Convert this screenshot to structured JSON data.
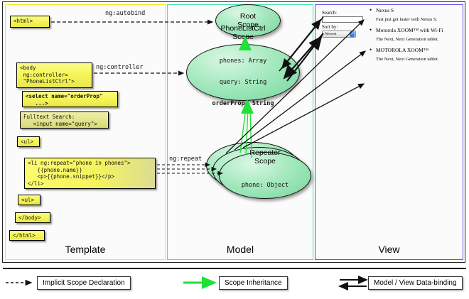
{
  "panels": {
    "template": {
      "label": "Template",
      "border_color": "#f2eb25"
    },
    "model": {
      "label": "Model",
      "border_color": "#3fe6a8"
    },
    "view": {
      "label": "View",
      "border_color": "#6a4fe8"
    }
  },
  "template_boxes": [
    {
      "name": "html-open",
      "text": "<html>"
    },
    {
      "name": "body-open",
      "text": "<body\n ng:controller=\n \"PhoneListCtrl\">"
    },
    {
      "name": "select-orderprop",
      "text": "<select name=\"orderProp\"\n   ...>"
    },
    {
      "name": "fulltext-search",
      "text": "Fulltext Search:\n   <input name=\"query\">"
    },
    {
      "name": "ul-open",
      "text": "<ul>"
    },
    {
      "name": "li-ng-repeat",
      "text": "<li ng:repeat=\"phone in phones\">\n   {{phone.name}}\n   <p>{{phone.snippet}}</p>\n</li>"
    },
    {
      "name": "ul-close",
      "text": "<ul>"
    },
    {
      "name": "body-close",
      "text": "</body>"
    },
    {
      "name": "html-close",
      "text": "</html>"
    }
  ],
  "connectors": {
    "autobind": "ng:autobind",
    "controller": "ng:controller",
    "repeat": "ng:repeat"
  },
  "scopes": {
    "root": {
      "title_line1": "Root",
      "title_line2": "Scope"
    },
    "phonelistctrl": {
      "title_line1": "PhoneListCtrl",
      "title_line2": "Scope",
      "props": [
        {
          "text": "phones: Array",
          "bold": false
        },
        {
          "text": "query: String",
          "bold": false
        },
        {
          "text": "orderProp: String",
          "bold": true
        }
      ]
    },
    "repeater": {
      "title_line1": "Repeater",
      "title_line2": "Scope",
      "props": [
        {
          "text": "phone: Object",
          "bold": false
        }
      ]
    }
  },
  "view": {
    "search_label": "Search:",
    "search_value": "",
    "sort_label": "Sort by:",
    "sort_value": "Newest",
    "phones": [
      {
        "name": "Nexus S",
        "snippet": "Fast just got faster with Nexus S."
      },
      {
        "name": "Motorola XOOM™ with Wi-Fi",
        "snippet": "The Next, Next Generation tablet."
      },
      {
        "name": "MOTOROLA XOOM™",
        "snippet": "The Next, Next Generation tablet."
      }
    ]
  },
  "legend": [
    {
      "name": "implicit-scope-declaration",
      "label": "Implicit Scope Declaration",
      "arrow": "dashed-black"
    },
    {
      "name": "scope-inheritance",
      "label": "Scope Inheritance",
      "arrow": "solid-green"
    },
    {
      "name": "model-view-data-binding",
      "label": "Model / View Data-binding",
      "arrow": "double-black"
    }
  ],
  "colors": {
    "inheritance_green": "#22e03a",
    "code_box_yellow": "#f6f65a",
    "scope_green": "#a6e9bf"
  }
}
